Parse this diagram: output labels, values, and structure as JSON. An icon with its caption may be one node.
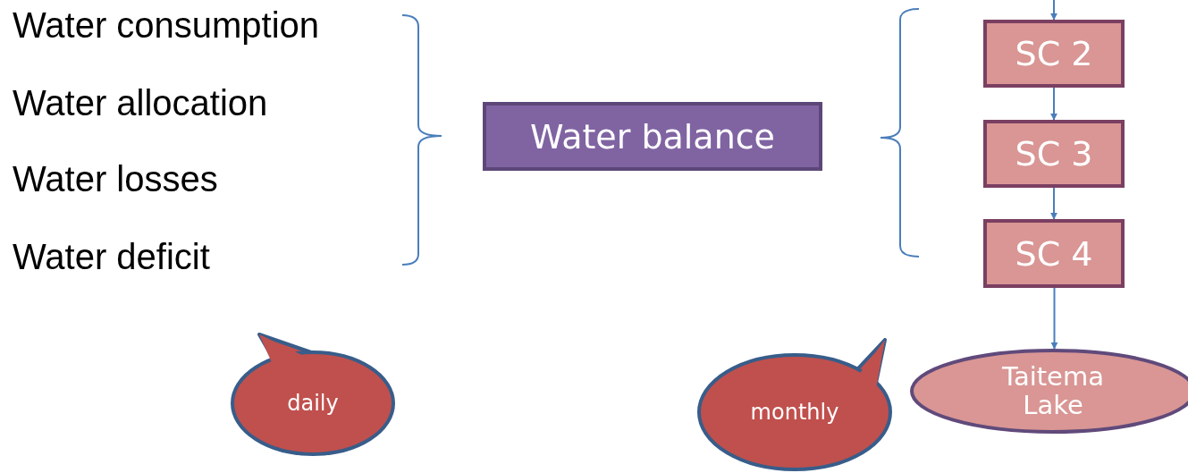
{
  "diagram": {
    "nodes": [
      {
        "text": [
          "Water balance"
        ]
      },
      {
        "text": [
          "SC 2"
        ]
      },
      {
        "text": [
          "SC 3"
        ]
      },
      {
        "text": [
          "SC 4"
        ]
      },
      {
        "text": [
          "Taitema Lake"
        ]
      },
      {
        "text": [
          "daily"
        ]
      },
      {
        "text": [
          "monthly"
        ]
      }
    ],
    "edges": [
      {
        "from": null,
        "to": 1,
        "arrow": "to"
      },
      {
        "from": 1,
        "to": 2,
        "arrow": "to"
      },
      {
        "from": 2,
        "to": 3,
        "arrow": "to"
      },
      {
        "from": 3,
        "to": 4,
        "arrow": "to"
      }
    ],
    "labels": [
      "Water consumption",
      "Water allocation",
      "Water losses",
      "Water deficit"
    ]
  }
}
